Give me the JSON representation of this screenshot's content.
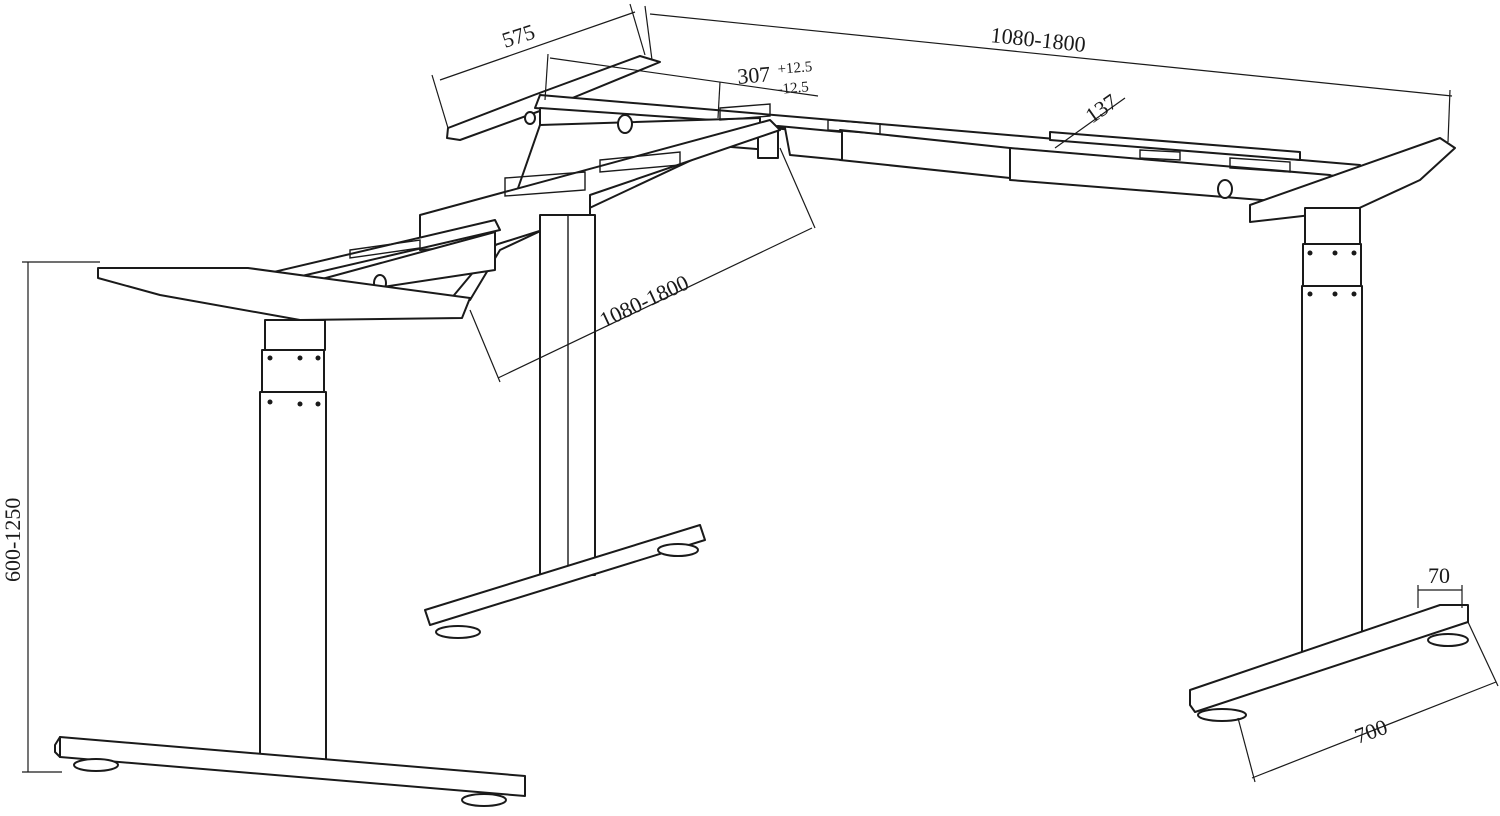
{
  "diagram": {
    "dimensions": {
      "width_left_beam": "1080-1800",
      "width_back_beam": "1080-1800",
      "depth_left_bracket": "575",
      "corner_offset": "307",
      "corner_tol_plus": "+12.5",
      "corner_tol_minus": "-12.5",
      "beam_width": "137",
      "height_range": "600-1250",
      "foot_length": "700",
      "foot_width": "70"
    }
  }
}
